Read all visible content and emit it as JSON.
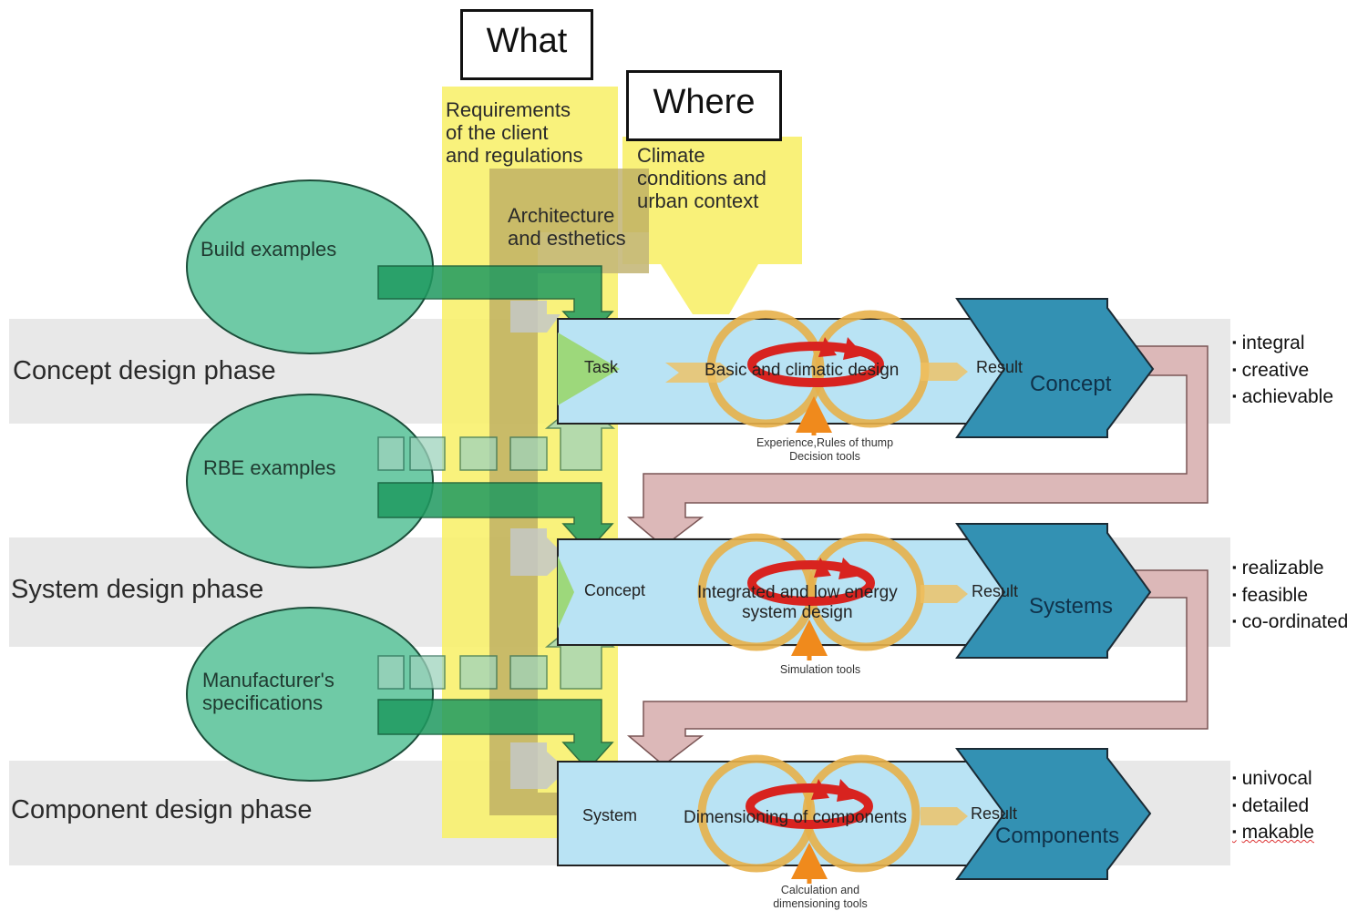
{
  "columns": {
    "what": {
      "title": "What",
      "requirements": [
        "Requirements",
        "of the client",
        "and regulations"
      ],
      "architecture": [
        "Architecture",
        "and esthetics"
      ]
    },
    "where": {
      "title": "Where",
      "climate": [
        "Climate",
        "conditions and",
        "urban context"
      ]
    }
  },
  "phases": [
    {
      "label": "Concept design phase",
      "input": "Task",
      "process": "Basic and climatic design",
      "result": "Result",
      "output": "Concept",
      "tools": [
        "Experience,Rules of thump",
        "Decision tools"
      ],
      "qualities": [
        "integral",
        "creative",
        "achievable"
      ]
    },
    {
      "label": "System design phase",
      "input": "Concept",
      "process": [
        "Integrated and low energy",
        "system design"
      ],
      "result": "Result",
      "output": "Systems",
      "tools": [
        "Simulation tools"
      ],
      "qualities": [
        "realizable",
        "feasible",
        "co-ordinated"
      ]
    },
    {
      "label": "Component design phase",
      "input": "System",
      "process": "Dimensioning of components",
      "result": "Result",
      "output": "Components",
      "tools": [
        "Calculation and",
        "dimensioning tools"
      ],
      "qualities": [
        "univocal",
        "detailed",
        "makable"
      ]
    }
  ],
  "sources": [
    {
      "label": [
        "Build examples"
      ]
    },
    {
      "label": [
        "RBE examples"
      ]
    },
    {
      "label": [
        "Manufacturer's",
        "specifications"
      ]
    }
  ],
  "colors": {
    "band": "#e8e8e8",
    "ellipse": "#6fcaa6",
    "green_arrow": "#1f9a60",
    "yellow": "#f8f06a",
    "light_blue": "#b9e3f4",
    "dark_blue": "#3391b3",
    "feedback": "#dcb8b8",
    "task_green": "#9dd87b",
    "spiral_red": "#d8231f",
    "tool_orange": "#f08a1c"
  }
}
